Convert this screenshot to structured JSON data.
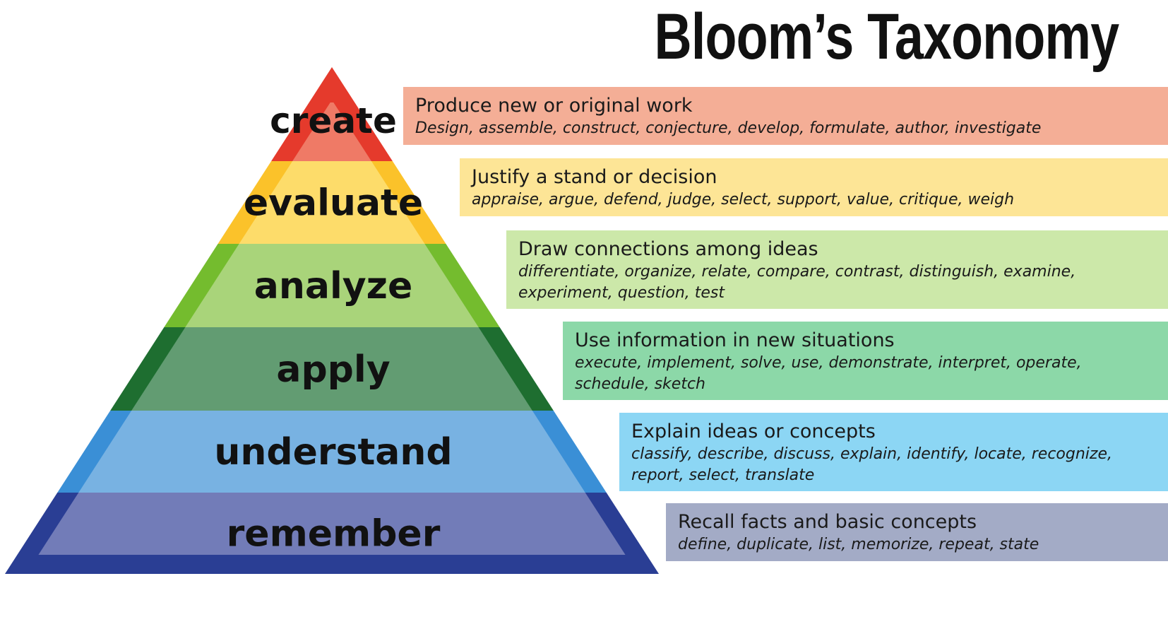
{
  "title": "Bloom’s Taxonomy",
  "levels": [
    {
      "label": "create",
      "heading": "Produce new or original work",
      "verbs": "Design, assemble, construct, conjecture, develop, formulate, author, investigate",
      "outer_color": "#e53a2c",
      "inner_color": "#ef7a66",
      "box_color": "#f4ae96"
    },
    {
      "label": "evaluate",
      "heading": "Justify a stand or decision",
      "verbs": "appraise, argue, defend, judge, select, support, value, critique, weigh",
      "outer_color": "#fbc22a",
      "inner_color": "#fddc6a",
      "box_color": "#fde596"
    },
    {
      "label": "analyze",
      "heading": "Draw connections among ideas",
      "verbs": "differentiate, organize, relate, compare, contrast, distinguish, examine, experiment, question, test",
      "outer_color": "#74bc2e",
      "inner_color": "#a9d47a",
      "box_color": "#cce8a9"
    },
    {
      "label": "apply",
      "heading": "Use information in new situations",
      "verbs": "execute, implement, solve, use, demonstrate, interpret, operate, schedule, sketch",
      "outer_color": "#1e6e30",
      "inner_color": "#629c72",
      "box_color": "#8cd8a8"
    },
    {
      "label": "understand",
      "heading": "Explain ideas or concepts",
      "verbs": "classify, describe, discuss, explain, identify, locate, recognize, report, select, translate",
      "outer_color": "#3a8fd6",
      "inner_color": "#78b2e2",
      "box_color": "#8cd6f4"
    },
    {
      "label": "remember",
      "heading": "Recall facts and basic concepts",
      "verbs": "define, duplicate, list, memorize, repeat, state",
      "outer_color": "#2a3e94",
      "inner_color": "#727cb8",
      "box_color": "#a3abc6"
    }
  ]
}
